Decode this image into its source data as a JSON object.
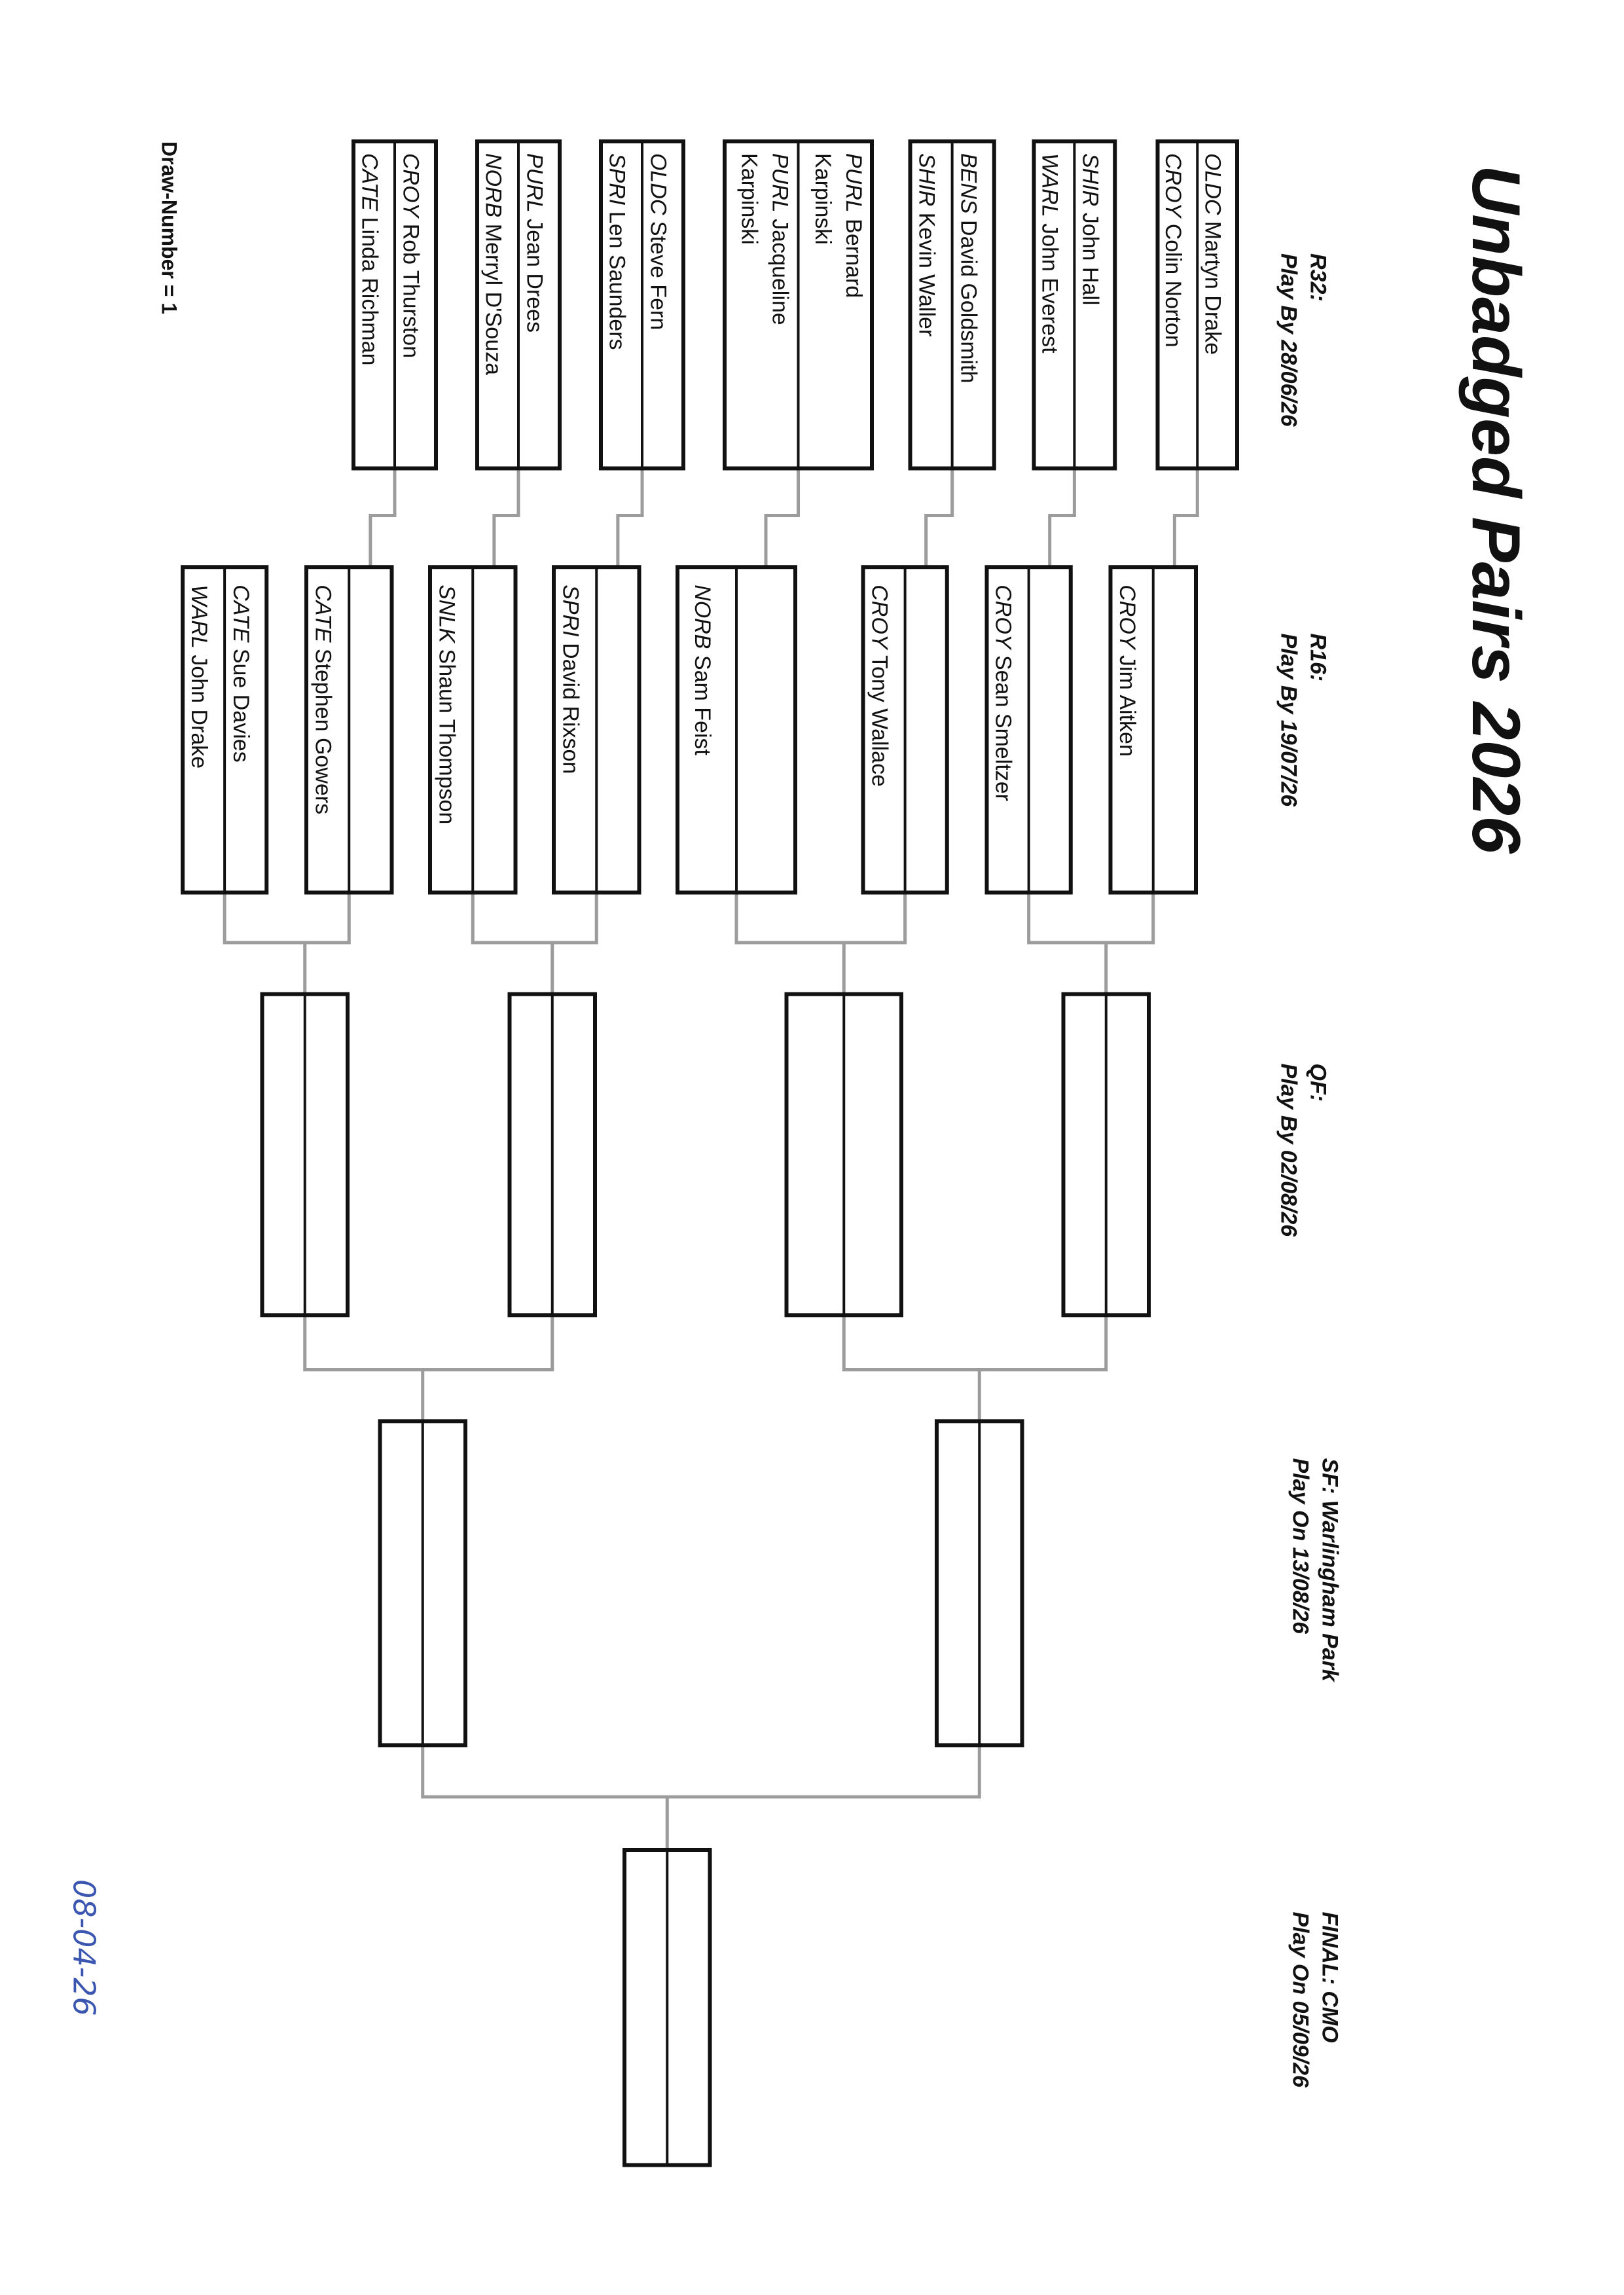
{
  "title": "Unbadged Pairs 2026",
  "rounds": {
    "r32": [
      "R32:",
      "Play By 28/06/26"
    ],
    "r16": [
      "R16:",
      "Play By 19/07/26"
    ],
    "qf": [
      "QF:",
      "Play By 02/08/26"
    ],
    "sf": [
      "SF: Warlingham Park",
      "Play On 13/08/26"
    ],
    "final": [
      "FINAL: CMO",
      "Play On 05/09/26"
    ]
  },
  "draw_number": "Draw-Number = 1",
  "handwritten_date": "08-04-26",
  "r32_matches": [
    {
      "left": [
        {
          "club": "CROY",
          "name": "Colin Norton"
        }
      ],
      "right": [
        {
          "club": "OLDC",
          "name": "Martyn Drake"
        }
      ]
    },
    {
      "left": [
        {
          "club": "WARL",
          "name": "John Everest"
        }
      ],
      "right": [
        {
          "club": "SHIR",
          "name": "John Hall"
        }
      ]
    },
    {
      "left": [
        {
          "club": "SHIR",
          "name": "Kevin Waller"
        }
      ],
      "right": [
        {
          "club": "BENS",
          "name": "David Goldsmith"
        }
      ]
    },
    {
      "left": [
        {
          "club": "PURL",
          "name": "Jacqueline"
        },
        {
          "club": "",
          "name": "Karpinski"
        }
      ],
      "right": [
        {
          "club": "PURL",
          "name": "Bernard"
        },
        {
          "club": "",
          "name": "Karpinski"
        }
      ]
    },
    {
      "left": [
        {
          "club": "SPRI",
          "name": "Len Saunders"
        }
      ],
      "right": [
        {
          "club": "OLDC",
          "name": "Steve Fern"
        }
      ]
    },
    {
      "left": [
        {
          "club": "NORB",
          "name": "Merryl D'Souza"
        }
      ],
      "right": [
        {
          "club": "PURL",
          "name": "Jean Drees"
        }
      ]
    },
    {
      "left": [
        {
          "club": "CATE",
          "name": "Linda Richman"
        }
      ],
      "right": [
        {
          "club": "CROY",
          "name": "Rob Thurston"
        }
      ]
    }
  ],
  "r16_matches": [
    {
      "left": [
        {
          "club": "CROY",
          "name": "Jim Aitken"
        }
      ],
      "right": []
    },
    {
      "left": [
        {
          "club": "CROY",
          "name": "Sean Smeltzer"
        }
      ],
      "right": []
    },
    {
      "left": [
        {
          "club": "CROY",
          "name": "Tony Wallace"
        }
      ],
      "right": []
    },
    {
      "left": [
        {
          "club": "NORB",
          "name": "Sam Feist"
        }
      ],
      "right": []
    },
    {
      "left": [
        {
          "club": "SPRI",
          "name": "David Rixson"
        }
      ],
      "right": []
    },
    {
      "left": [
        {
          "club": "SNLK",
          "name": "Shaun Thompson"
        }
      ],
      "right": []
    },
    {
      "left": [
        {
          "club": "CATE",
          "name": "Stephen Gowers"
        }
      ],
      "right": []
    },
    {
      "left": [
        {
          "club": "WARL",
          "name": "John Drake"
        }
      ],
      "right": [
        {
          "club": "CATE",
          "name": "Sue Davies"
        }
      ]
    }
  ],
  "qf_matches": 4,
  "sf_matches": 2,
  "final_matches": 1
}
